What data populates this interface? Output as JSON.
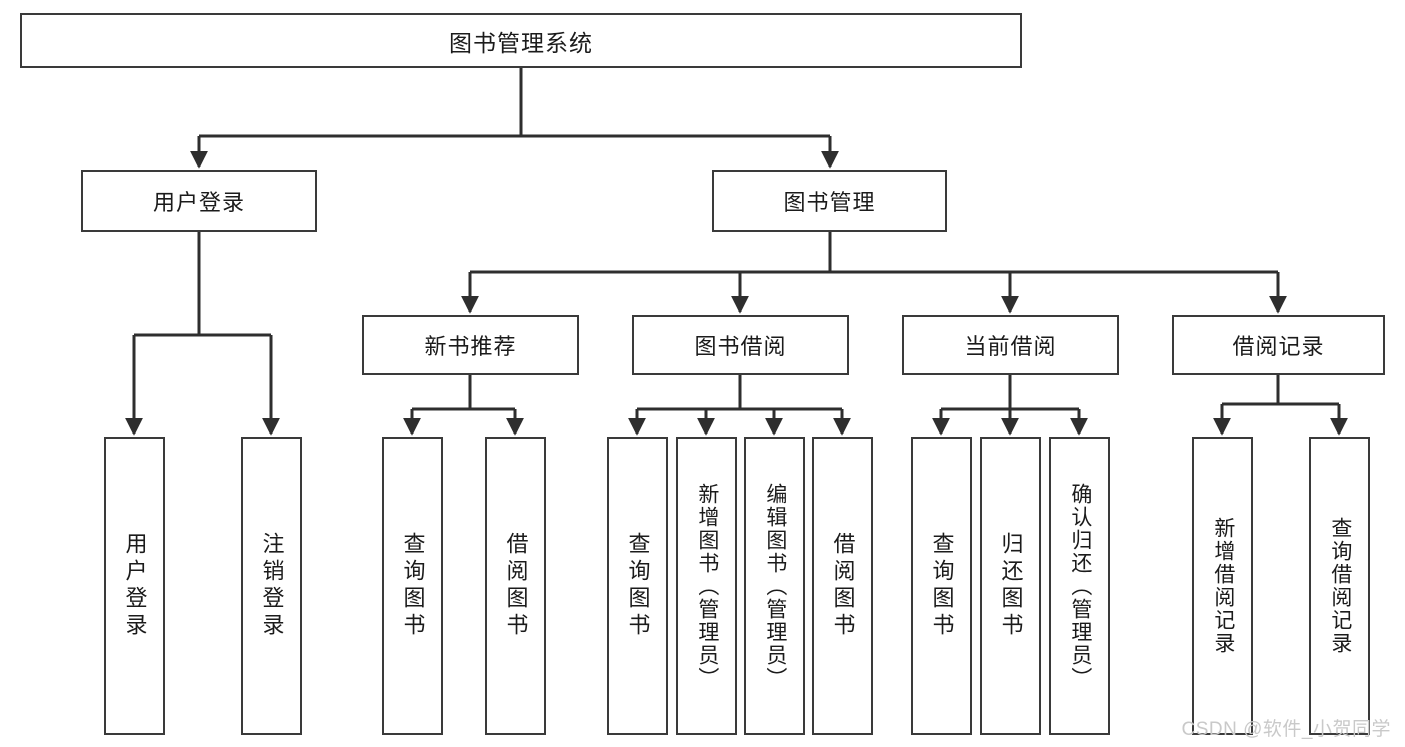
{
  "diagram": {
    "type": "tree",
    "title": "图书管理系统",
    "root": {
      "label": "图书管理系统"
    },
    "level1": [
      {
        "id": "user-login",
        "label": "用户登录"
      },
      {
        "id": "book-manage",
        "label": "图书管理"
      }
    ],
    "level2": [
      {
        "id": "new-book-recommend",
        "label": "新书推荐",
        "parent": "book-manage"
      },
      {
        "id": "book-borrow",
        "label": "图书借阅",
        "parent": "book-manage"
      },
      {
        "id": "current-borrow",
        "label": "当前借阅",
        "parent": "book-manage"
      },
      {
        "id": "borrow-record",
        "label": "借阅记录",
        "parent": "book-manage"
      }
    ],
    "leaves": [
      {
        "id": "leaf-user-login",
        "label": "用户登录",
        "parent": "user-login"
      },
      {
        "id": "leaf-user-logout",
        "label": "注销登录",
        "parent": "user-login"
      },
      {
        "id": "leaf-query-book-1",
        "label": "查询图书",
        "parent": "new-book-recommend"
      },
      {
        "id": "leaf-borrow-book-1",
        "label": "借阅图书",
        "parent": "new-book-recommend"
      },
      {
        "id": "leaf-query-book-2",
        "label": "查询图书",
        "parent": "book-borrow"
      },
      {
        "id": "leaf-add-book",
        "label": "新增图书（管理员）",
        "parent": "book-borrow"
      },
      {
        "id": "leaf-edit-book",
        "label": "编辑图书（管理员）",
        "parent": "book-borrow"
      },
      {
        "id": "leaf-borrow-book-2",
        "label": "借阅图书",
        "parent": "book-borrow"
      },
      {
        "id": "leaf-query-book-3",
        "label": "查询图书",
        "parent": "current-borrow"
      },
      {
        "id": "leaf-return-book",
        "label": "归还图书",
        "parent": "current-borrow"
      },
      {
        "id": "leaf-confirm-return",
        "label": "确认归还（管理员）",
        "parent": "current-borrow"
      },
      {
        "id": "leaf-add-record",
        "label": "新增借阅记录",
        "parent": "borrow-record"
      },
      {
        "id": "leaf-query-record",
        "label": "查询借阅记录",
        "parent": "borrow-record"
      }
    ],
    "colors": {
      "box_border": "#3a3a3a",
      "box_fill": "#ffffff",
      "connector": "#2e2e2e",
      "text": "#1b1b1b",
      "watermark": "#c9c9c9"
    }
  },
  "watermark": {
    "text": "CSDN @软件_小贺同学"
  }
}
